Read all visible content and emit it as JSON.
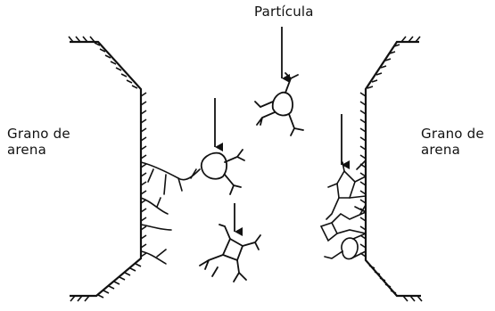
{
  "labels": {
    "particle": "Partícula",
    "grain_left": [
      "Grano de",
      "arena"
    ],
    "grain_right": [
      "Grano de",
      "arena"
    ]
  },
  "colors": {
    "ink": "#111111",
    "background": "#ffffff"
  }
}
